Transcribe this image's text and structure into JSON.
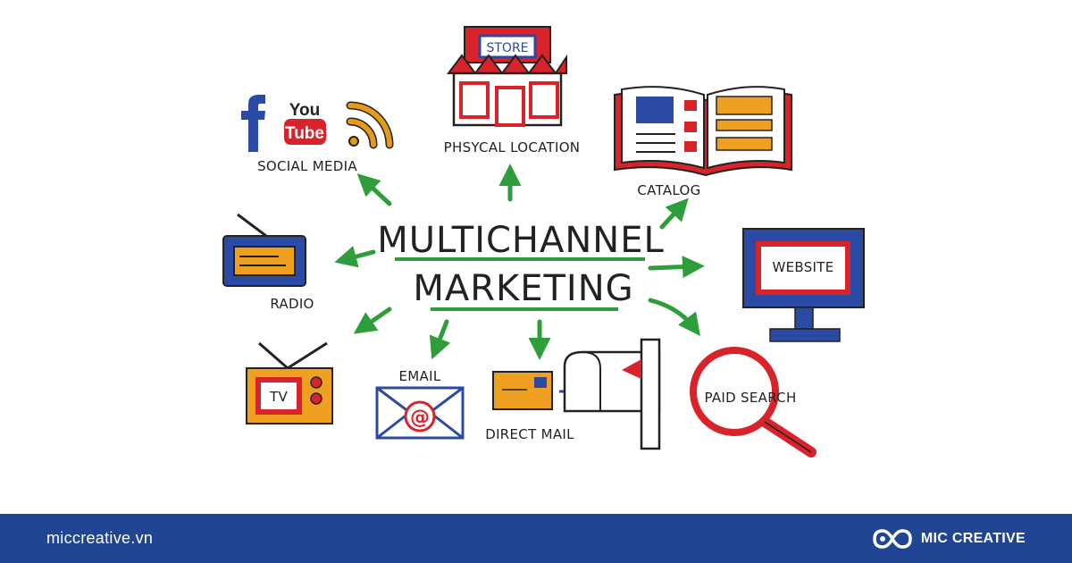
{
  "title": {
    "line1": "MULTICHANNEL",
    "line2": "MARKETING"
  },
  "nodes": {
    "store_sign": "STORE",
    "physical_location": "PHSYCAL LOCATION",
    "social_media": "SOCIAL MEDIA",
    "youtube_top": "You",
    "youtube_bottom": "Tube",
    "catalog": "CATALOG",
    "radio": "RADIO",
    "website": "WEBSITE",
    "tv": "TV",
    "email": "EMAIL",
    "direct_mail": "DIRECT MAIL",
    "paid_search": "PAID SEARCH"
  },
  "colors": {
    "arrow": "#2e9e3a",
    "red": "#d8232a",
    "blue": "#2b4aa3",
    "orange": "#f0a020",
    "footer": "#1f4594"
  },
  "footer": {
    "website": "miccreative.vn",
    "brand": "MIC CREATIVE"
  }
}
